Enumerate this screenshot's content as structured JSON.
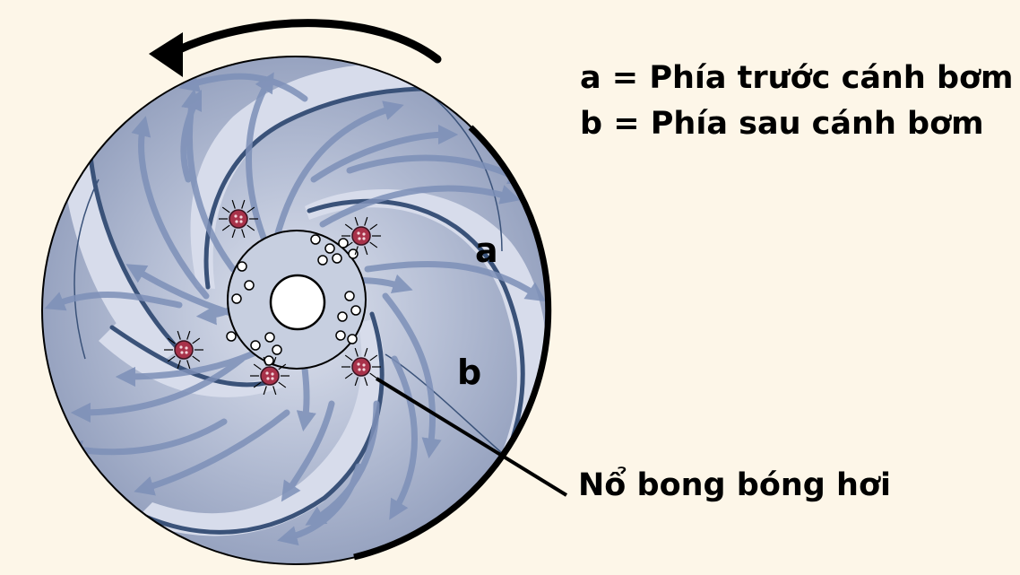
{
  "legend": {
    "line_a": "a = Phía trước cánh bơm",
    "line_b": "b = Phía sau cánh bơm"
  },
  "labels": {
    "a": "a",
    "b": "b",
    "callout": "Nổ bong bóng hơi"
  },
  "colors": {
    "background": "#fdf6e8",
    "disc": "#a9b4cc",
    "disc_light": "#d7dceb",
    "vane_edge": "#3a5279",
    "flow_arrow": "#7d90b8",
    "bubble_collapse": "#a8324a",
    "rim": "#000000"
  },
  "icons": {
    "rotation": "curved-arrow-counterclockwise-icon",
    "bubble": "vapor-bubble-icon",
    "collapse": "bubble-collapse-icon"
  }
}
